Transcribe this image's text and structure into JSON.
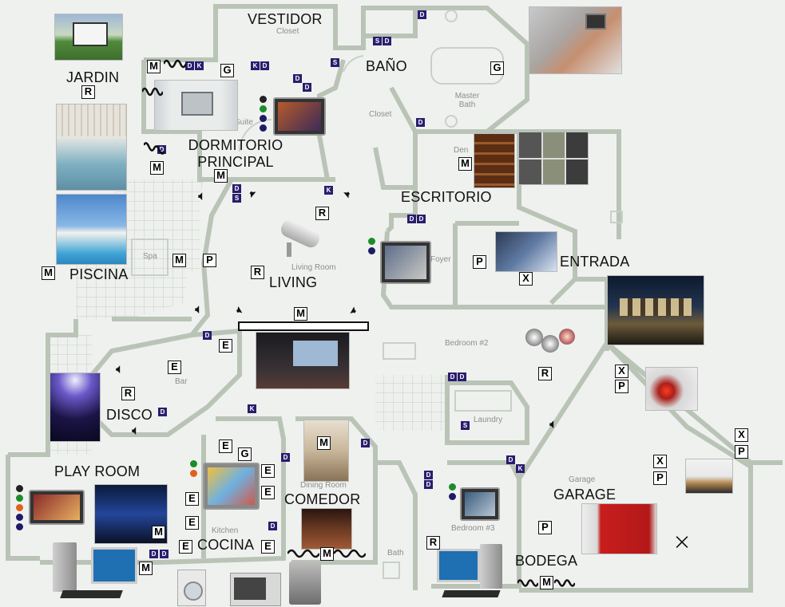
{
  "rooms": {
    "vestidor": "VESTIDOR",
    "bano": "BAÑO",
    "jardin": "JARDIN",
    "dormitorio": "DORMITORIO PRINCIPAL",
    "escritorio": "ESCRITORIO",
    "piscina": "PISCINA",
    "living": "LIVING",
    "entrada": "ENTRADA",
    "disco": "DISCO",
    "play_room": "PLAY ROOM",
    "comedor": "COMEDOR",
    "cocina": "COCINA",
    "garage": "GARAGE",
    "bodega": "BODEGA"
  },
  "plan_labels": {
    "closet_top": "Closet",
    "closet_mid": "Closet",
    "master_bath": "Master Bath",
    "suite": "Suite",
    "den": "Den",
    "spa": "Spa",
    "living_room": "Living Room",
    "foyer": "Foyer",
    "bedroom2": "Bedroom #2",
    "bar": "Bar",
    "laundry": "Laundry",
    "dining_room": "Dining Room",
    "kitchen": "Kitchen",
    "bedroom3": "Bedroom #3",
    "garage": "Garage",
    "bath": "Bath"
  },
  "colors": {
    "wall": "#b9c4b7",
    "floor": "#f5f6f5",
    "badge_dark": "#2a1d6e",
    "dot_green": "#1d8c2a",
    "dot_navy": "#1f1a66",
    "dot_orange": "#e0621a",
    "dot_black": "#222222"
  },
  "icons": {
    "speaker": "speaker-icon",
    "wave": "wave-sensor-icon",
    "antenna": "antenna-icon"
  }
}
